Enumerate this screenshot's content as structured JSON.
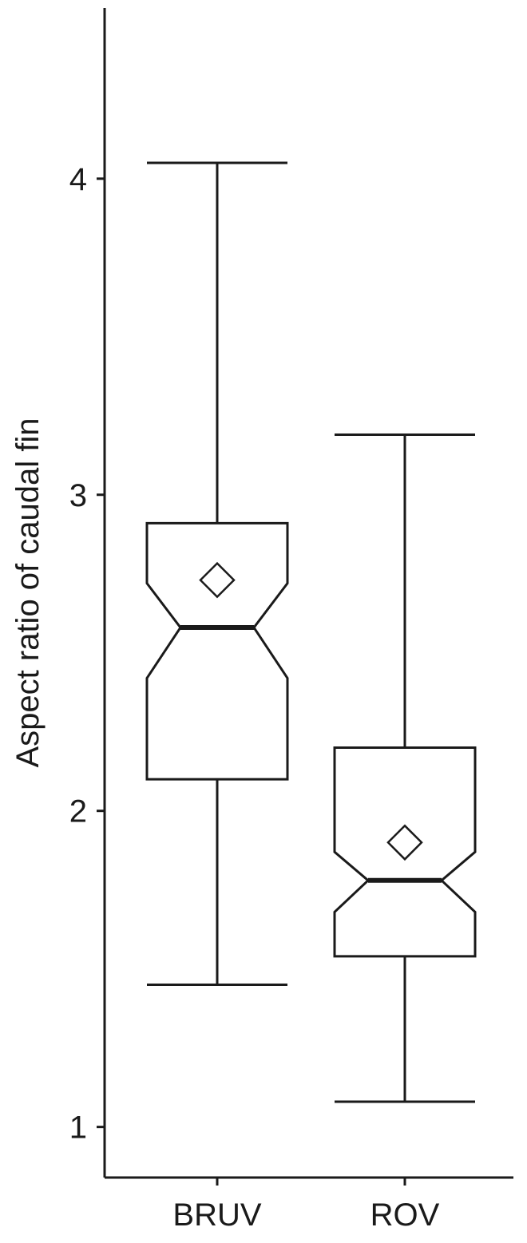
{
  "chart_data": {
    "type": "boxplot",
    "notched": true,
    "title": "",
    "xlabel": "",
    "ylabel": "Aspect ratio of caudal fin",
    "ylim": [
      0.84,
      4.54
    ],
    "yticks": [
      1,
      2,
      3,
      4
    ],
    "ytick_labels": [
      "1",
      "2",
      "3",
      "4"
    ],
    "grid": false,
    "legend": "none",
    "mean_marker": "diamond",
    "colors": {
      "stroke": "#1a1a1a",
      "fill": "#ffffff",
      "text": "#1a1a1a"
    },
    "categories": [
      "BRUV",
      "ROV"
    ],
    "boxes": [
      {
        "category": "BRUV",
        "whisker_low": 1.45,
        "q1": 2.1,
        "notch_low": 2.42,
        "median": 2.58,
        "notch_high": 2.72,
        "q3": 2.91,
        "whisker_high": 4.05,
        "mean": 2.73
      },
      {
        "category": "ROV",
        "whisker_low": 1.08,
        "q1": 1.54,
        "notch_low": 1.68,
        "median": 1.78,
        "notch_high": 1.87,
        "q3": 2.2,
        "whisker_high": 3.19,
        "mean": 1.9
      }
    ]
  }
}
